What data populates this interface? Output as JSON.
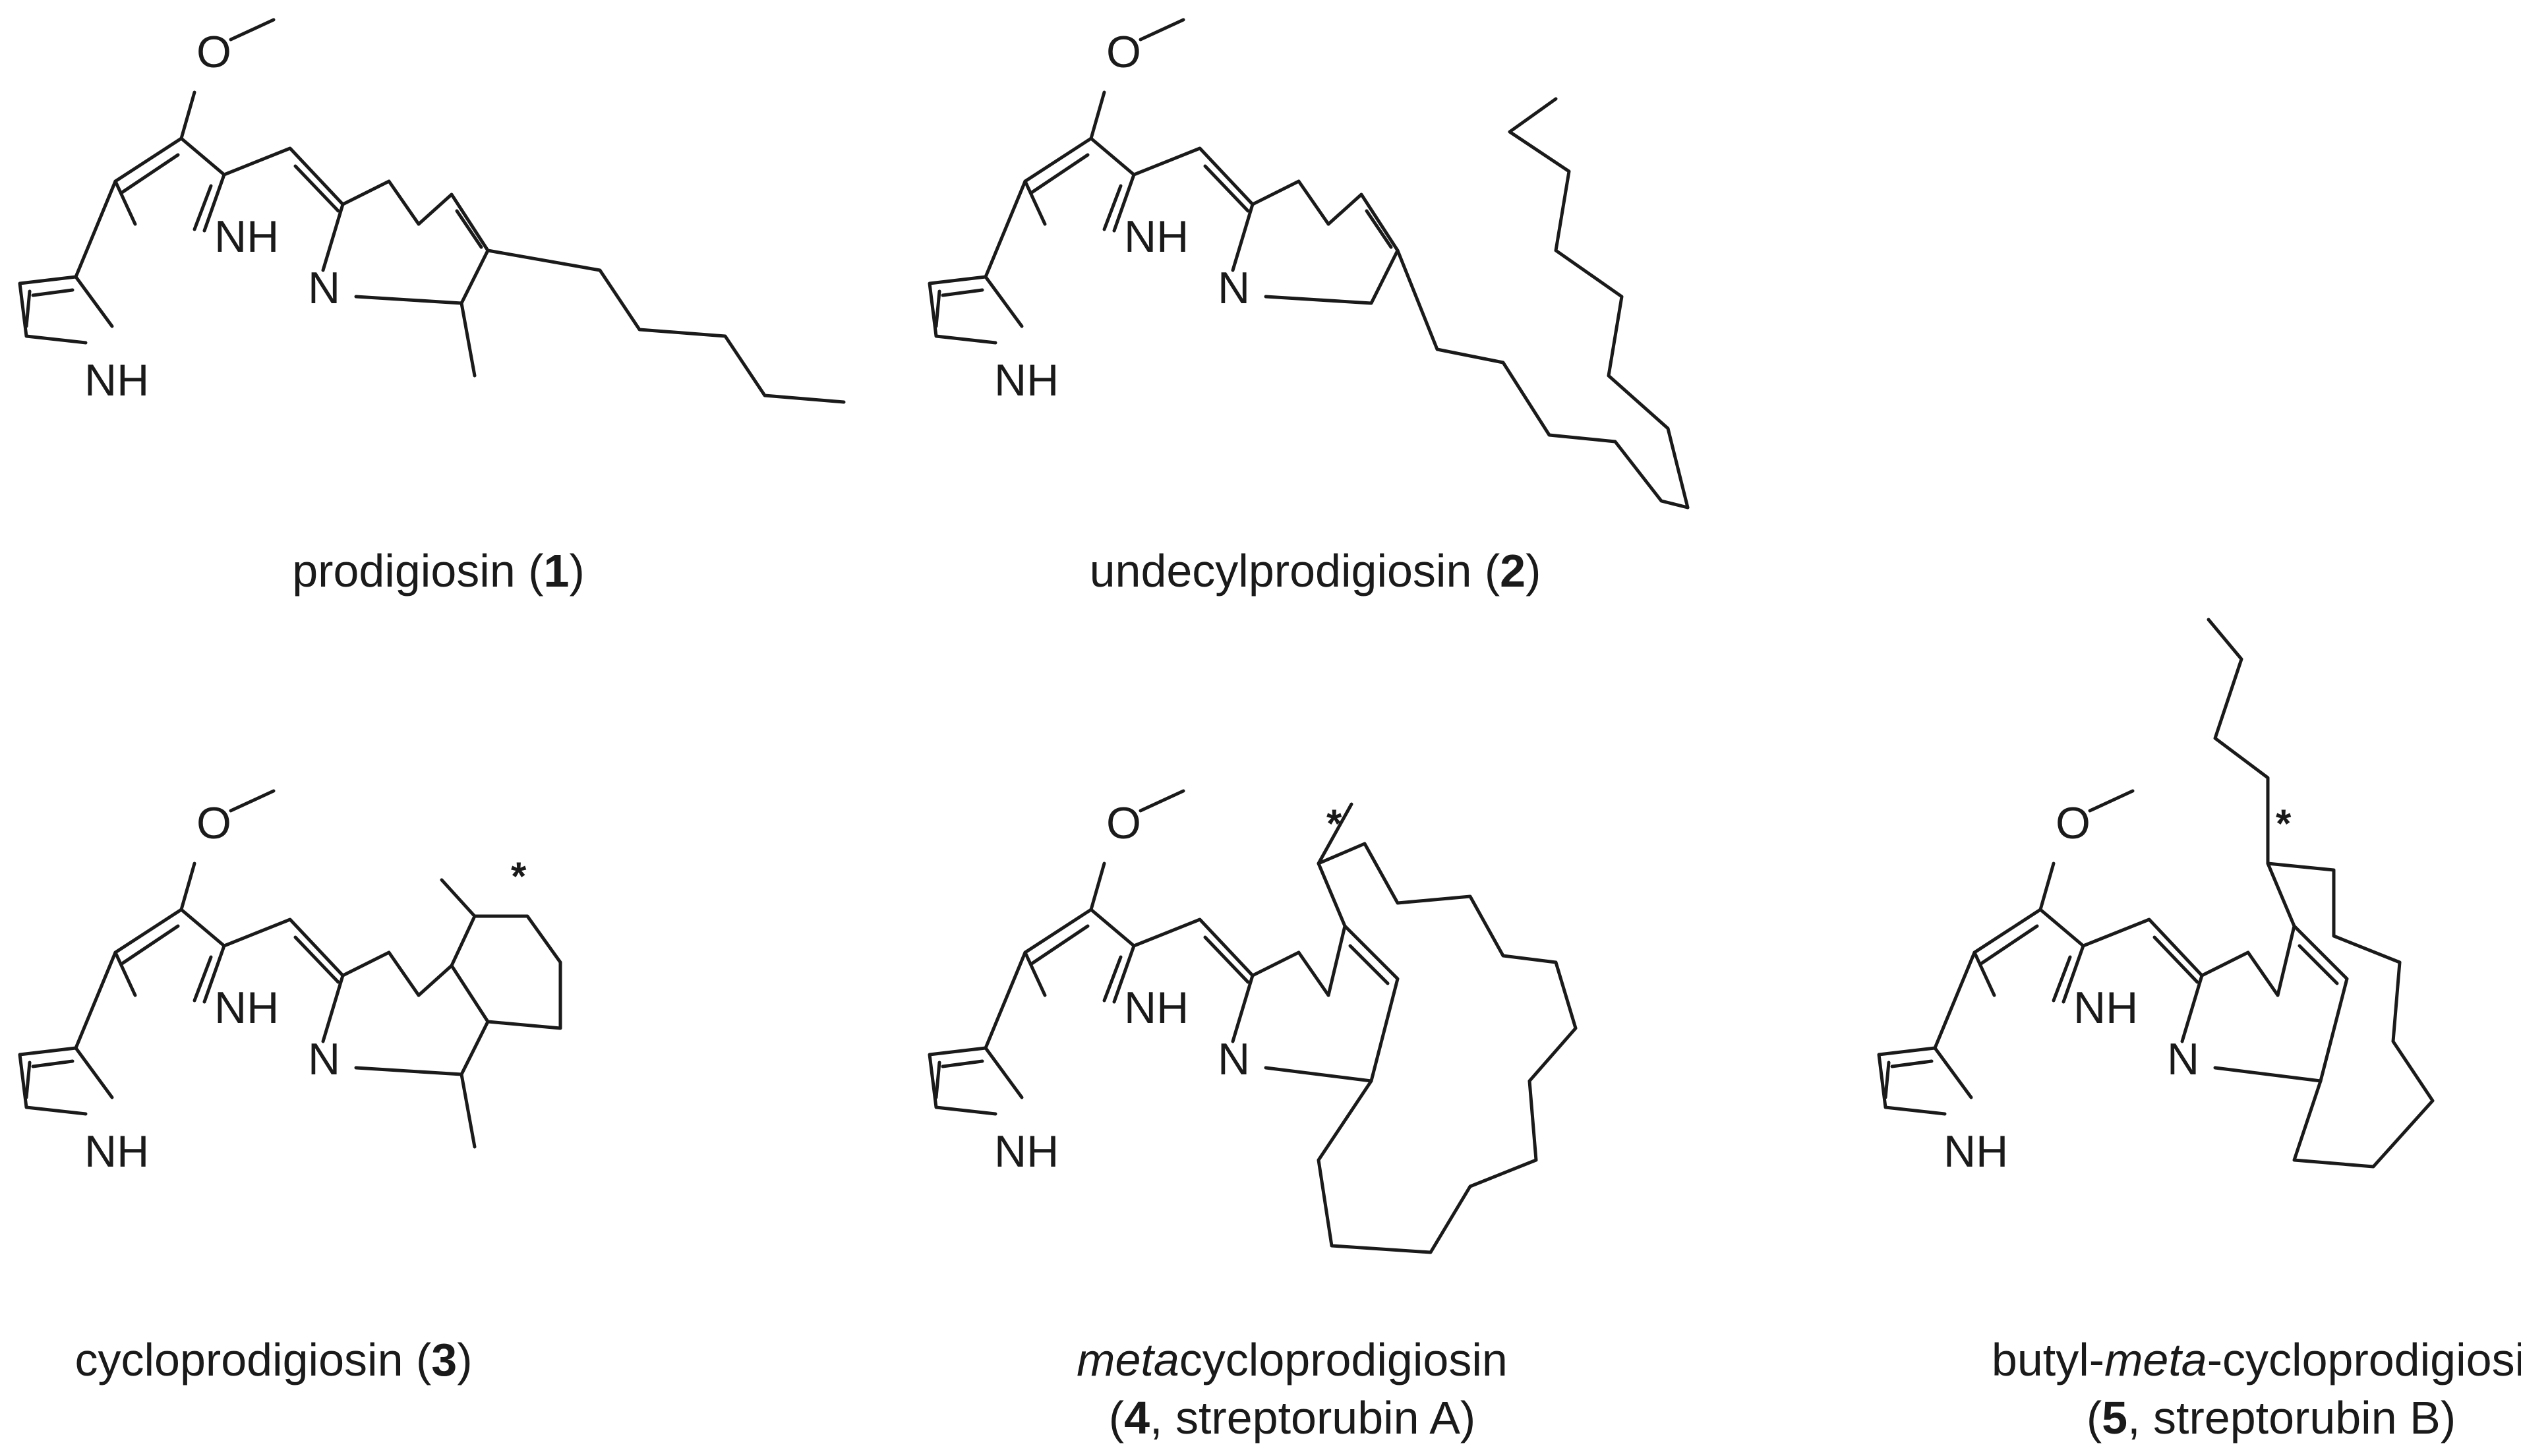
{
  "atoms": {
    "nh": "NH",
    "n": "N",
    "o": "O",
    "star": "*"
  },
  "compounds": [
    {
      "id": "c1",
      "name": "prodigiosin",
      "number": "1"
    },
    {
      "id": "c2",
      "name": "undecylprodigiosin",
      "number": "2"
    },
    {
      "id": "c3",
      "name": "cycloprodigiosin",
      "number": "3"
    },
    {
      "id": "c4",
      "name_italic": "meta",
      "name_rest": "cycloprodigiosin",
      "number": "4",
      "alias": "streptorubin A"
    },
    {
      "id": "c5",
      "name_prefix": "butyl-",
      "name_italic": "meta",
      "name_rest": "-cycloprodigiosin",
      "number": "5",
      "alias": "streptorubin B"
    }
  ],
  "colors": {
    "ink": "#1a1a1a",
    "background": "#ffffff"
  }
}
